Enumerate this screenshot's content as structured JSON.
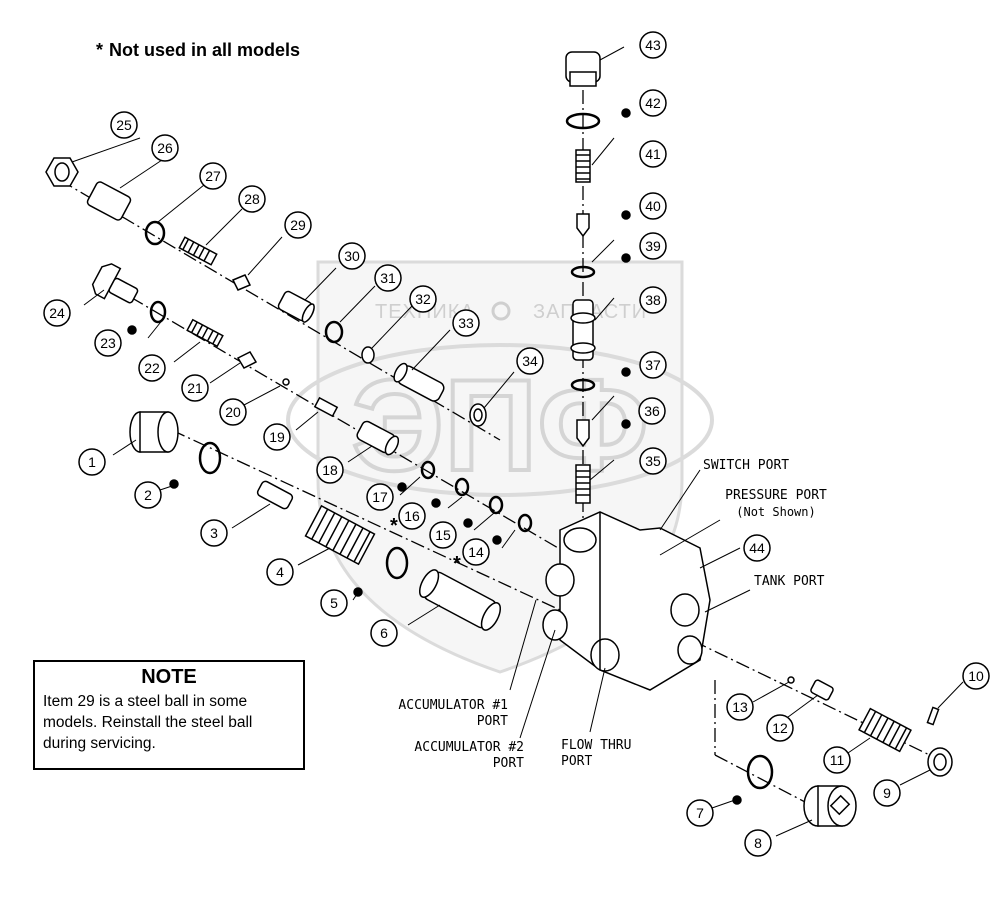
{
  "header": {
    "star": "*",
    "text": "Not used in all models"
  },
  "note": {
    "title": "NOTE",
    "lines": [
      "Item 29 is a steel ball in some",
      "models. Reinstall the steel ball",
      "during servicing."
    ]
  },
  "watermark": {
    "left": "ТЕХНИКА",
    "right": "ЗАПЧАСТИ",
    "logo": "ЭПФ"
  },
  "ports": {
    "switch": "SWITCH PORT",
    "pressure": "PRESSURE PORT",
    "pressure_sub": "(Not Shown)",
    "tank": "TANK PORT",
    "acc1_a": "ACCUMULATOR #1",
    "acc1_b": "PORT",
    "acc2_a": "ACCUMULATOR #2",
    "acc2_b": "PORT",
    "flow_a": "FLOW THRU",
    "flow_b": "PORT"
  },
  "callouts": [
    "1",
    "2",
    "3",
    "4",
    "5",
    "6",
    "7",
    "8",
    "9",
    "10",
    "11",
    "12",
    "13",
    "14",
    "15",
    "16",
    "17",
    "18",
    "19",
    "20",
    "21",
    "22",
    "23",
    "24",
    "25",
    "26",
    "27",
    "28",
    "29",
    "30",
    "31",
    "32",
    "33",
    "34",
    "35",
    "36",
    "37",
    "38",
    "39",
    "40",
    "41",
    "42",
    "43",
    "44"
  ],
  "asterisks": [
    "*",
    "*"
  ]
}
